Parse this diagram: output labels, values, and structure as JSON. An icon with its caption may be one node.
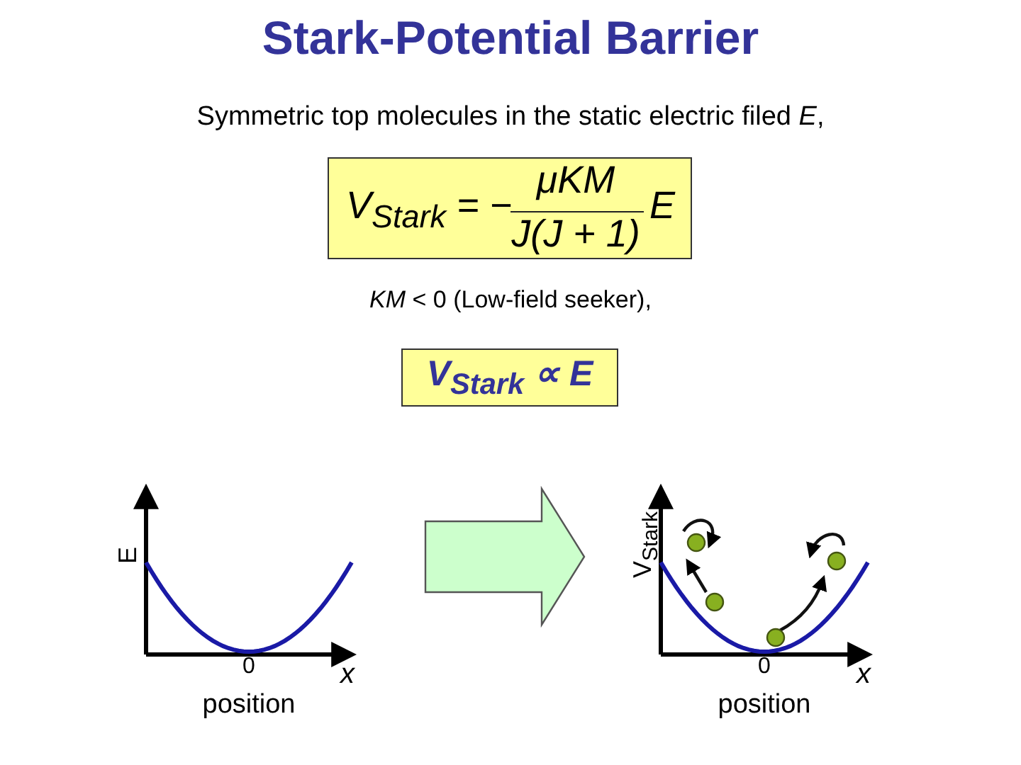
{
  "diagram": {
    "title": "Stark-Potential Barrier",
    "nodes": [
      {
        "text": [
          "V$_{Stark}$ = −",
          "μKM",
          "J(J + 1)",
          "E"
        ]
      },
      {
        "text": [
          "V$_{Stark}$ ∝ E"
        ]
      },
      {
        "text": [
          "E",
          "0",
          "x",
          "position"
        ]
      },
      {
        "text": [
          "V$_{Stark}$",
          "0",
          "x",
          "position"
        ]
      }
    ],
    "edges": [
      {
        "from": 2,
        "to": 3,
        "arrow": "to",
        "style": "thick"
      }
    ],
    "labels": [
      "Symmetric top molecules in the static electric filed *E*,",
      "*KM* < 0 (Low-field seeker),"
    ]
  }
}
